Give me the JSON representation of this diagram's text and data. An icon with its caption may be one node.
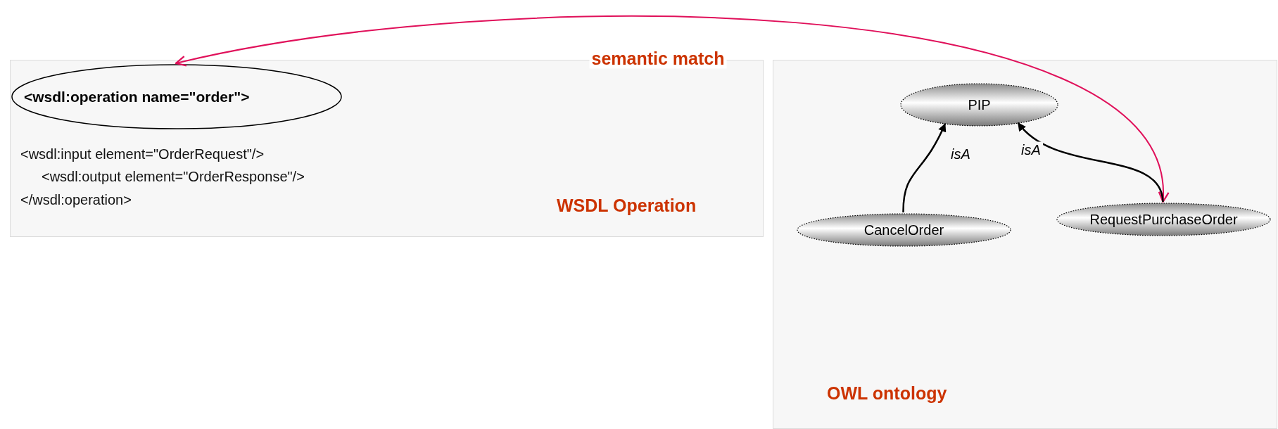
{
  "diagram": {
    "nodes": [
      {
        "text": [
          "<wsdl:input element=\"OrderRequest\"/>",
          "<wsdl:output element=\"OrderResponse\"/>",
          "</wsdl:operation>",
          "WSDL Operation"
        ]
      },
      {
        "text": [
          "<wsdl:operation name=\"order\">"
        ],
        "in": 0
      },
      {
        "text": [
          "OWL ontology"
        ]
      },
      {
        "text": [
          "PIP"
        ],
        "in": 2
      },
      {
        "text": [
          "CancelOrder"
        ],
        "in": 2
      },
      {
        "text": [
          "RequestPurchaseOrder"
        ],
        "in": 2
      }
    ],
    "edges": [
      {
        "from": 1,
        "to": 5,
        "arrow": "both",
        "label": "semantic match",
        "color": "#e0105a"
      },
      {
        "from": 4,
        "to": 3,
        "arrow": "to",
        "label": "isA"
      },
      {
        "from": 5,
        "to": 3,
        "arrow": "to",
        "label": "isA"
      }
    ]
  }
}
